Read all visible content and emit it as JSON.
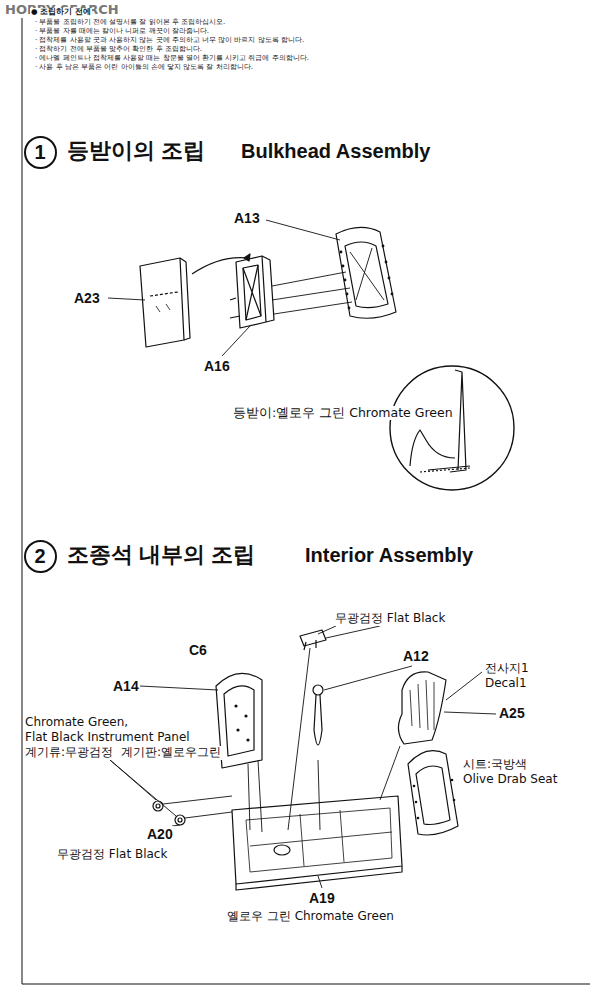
{
  "diagram": {
    "nodes": [
      {
        "text": [
          "1"
        ]
      },
      {
        "text": [
          "2"
        ]
      }
    ],
    "labels": [
      "HOBBY SEARCH",
      "● 조립하기 전에",
      "· 부품을 조립하기 전에 설명서를 잘 읽어본 후 조립하십시오.",
      "· 부품을 자를 때에는 칼이나 니퍼로 깨끗이 잘라줍니다.",
      "· 접착제를 사용할 곳과 사용하지 않는 곳에 주의하고 너무 많이 바르지 않도록 합니다.",
      "· 접착하기 전에 부품을 맞추어 확인한 후 조립합니다.",
      "· 에나멜 페인트나 접착제를 사용할 때는 창문을 열어 환기를 시키고 취급에 주의합니다.",
      "· 사용 후 남은 부품은 어린 아이들의 손에 닿지 않도록 잘 처리합니다.",
      "등받이의 조립",
      "Bulkhead Assembly",
      "A13",
      "A23",
      "A16",
      "등받이:옐로우 그린 Chromate Green",
      "조종석 내부의 조립",
      "Interior Assembly",
      "무광검정 Flat Black",
      "C6",
      "A12",
      "전사지1",
      "Decal1",
      "A14",
      "A25",
      "Chromate Green,",
      "Flat Black Instrument Panel",
      "계기류:무광검정",
      "계기판:옐로우그린",
      "시트:국방색",
      "Olive Drab Seat",
      "A20",
      "무광검정 Flat Black",
      "A19",
      "옐로우 그린 Chromate Green"
    ]
  }
}
